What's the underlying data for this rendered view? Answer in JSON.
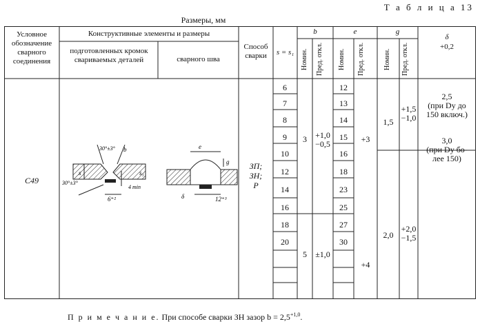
{
  "table_number": "Т а б л и ц а  13",
  "dimensions_caption": "Размеры, мм",
  "header": {
    "designation": "Условное обозначение сварного соединения",
    "structural_elements": "Конструктивные элементы и размеры",
    "prepared_edges": "подготовленных кромок свариваемых деталей",
    "weld": "сварного шва",
    "method": "Способ сварки",
    "s_label": "s = s₁",
    "b": "b",
    "e": "e",
    "g": "g",
    "delta": "δ",
    "delta_tol": "+0,2",
    "nom": "Номин.",
    "tol": "Пред. откл."
  },
  "row": {
    "designation": "С49",
    "method": [
      "ЗП;",
      "ЗН;",
      "Р"
    ],
    "s_values": [
      "6",
      "7",
      "8",
      "9",
      "10",
      "12",
      "14",
      "16",
      "18",
      "20"
    ],
    "b_group1": {
      "nom": "3",
      "tol": "+1,0\n−0,5"
    },
    "b_group2": {
      "nom": "5",
      "tol": "±1,0"
    },
    "e_values": [
      "12",
      "13",
      "14",
      "15",
      "16",
      "18",
      "23",
      "25",
      "27",
      "30"
    ],
    "e_tol1": "+3",
    "e_tol2": "+4",
    "g_group1": {
      "nom": "1,5",
      "tol": "+1,5\n−1,0"
    },
    "g_group2": {
      "nom": "2,0",
      "tol": "+2,0\n−1,5"
    },
    "delta_text1": "2,5\n(при Dу до\n150 включ.)",
    "delta_text2": "3,0\n(при Dу бо-\nлее 150)"
  },
  "drawing_labels": {
    "angle": "30°±3°",
    "angle2": "30°±3°",
    "b": "b",
    "s": "s",
    "s1": "s₁",
    "min": "4 min",
    "gap": "6⁺²",
    "e": "e",
    "g": "g",
    "delta": "δ",
    "width": "12⁺³"
  },
  "note": {
    "prefix": "П р и м е ч а н и е.",
    "text": " При способе сварки ЗН зазор  b = 2,5",
    "sup": "+1,0",
    "suffix": "."
  }
}
